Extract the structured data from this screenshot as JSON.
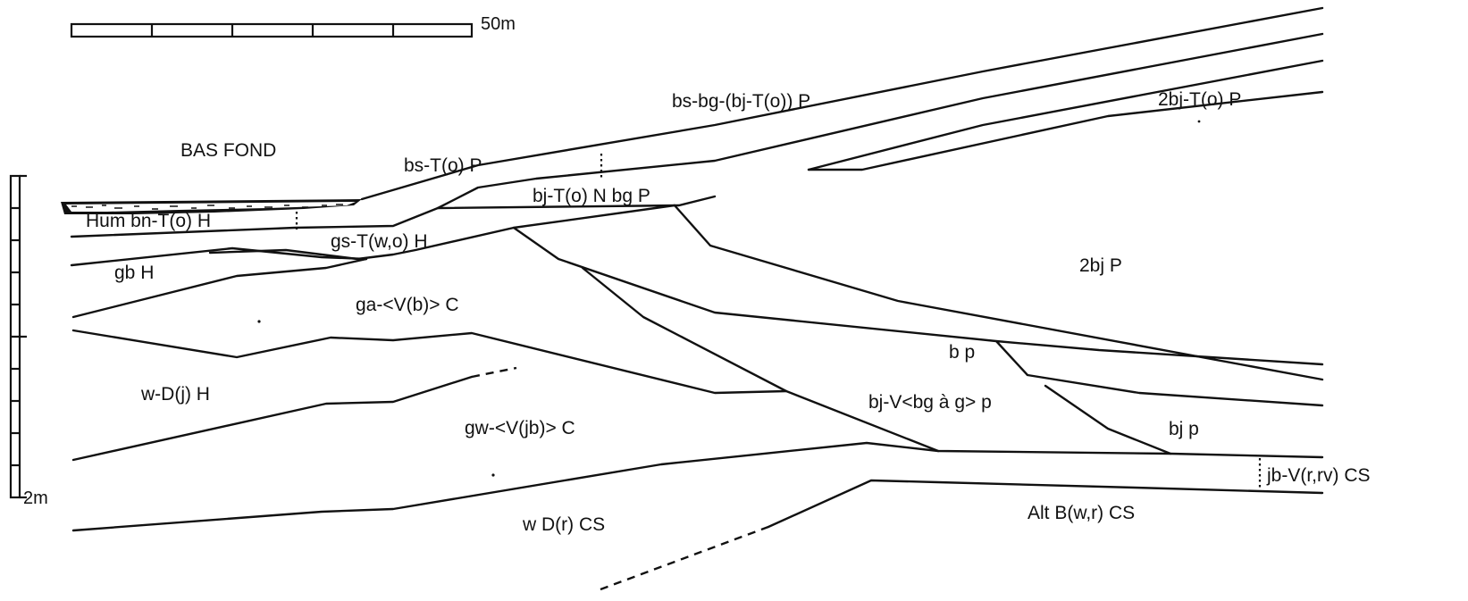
{
  "scales": {
    "horizontal_label": "50m",
    "vertical_label": "2m"
  },
  "labels": {
    "bas_fond": "BAS FOND",
    "hum": "Hum bn-T(o) H",
    "bs_to_p": "bs-T(o) P",
    "bs_bg": "bs-bg-(bj-T(o)) P",
    "bj2_to_p": "2bj-T(o) P",
    "bj_to_n": "bj-T(o) N bg P",
    "gs_t": "gs-T(w,o) H",
    "gb_h": "gb H",
    "bj2_p": "2bj P",
    "ga_v": "ga-<V(b)> C",
    "wd_h": "w-D(j) H",
    "bp": "b p",
    "bj_v": "bj-V<bg à g> p",
    "gw_v": "gw-<V(jb)> C",
    "bj_p": "bj p",
    "jb_v": "jb-V(r,rv) CS",
    "wd_cs": "w D(r) CS",
    "alt_b": "Alt B(w,r) CS"
  }
}
